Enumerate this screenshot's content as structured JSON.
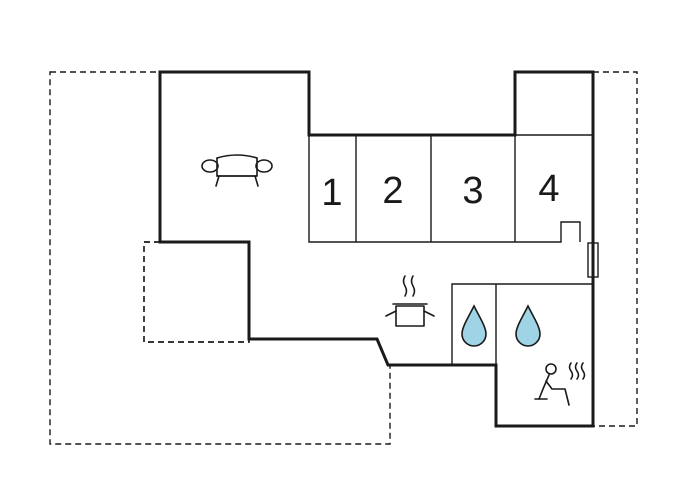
{
  "rooms": {
    "bedroom_1": "1",
    "bedroom_2": "2",
    "bedroom_3": "3",
    "bedroom_4": "4"
  },
  "colors": {
    "terrace": "#e3ebe9",
    "covered_terrace": "#c9d1d1",
    "water": "#9fd4e6",
    "wall": "#1a1a1a"
  },
  "icons": {
    "living": "sofa-icon",
    "kitchen": "cooking-pot-icon",
    "shower_1": "water-drop-icon",
    "shower_2": "water-drop-icon",
    "sauna": "sauna-icon"
  }
}
